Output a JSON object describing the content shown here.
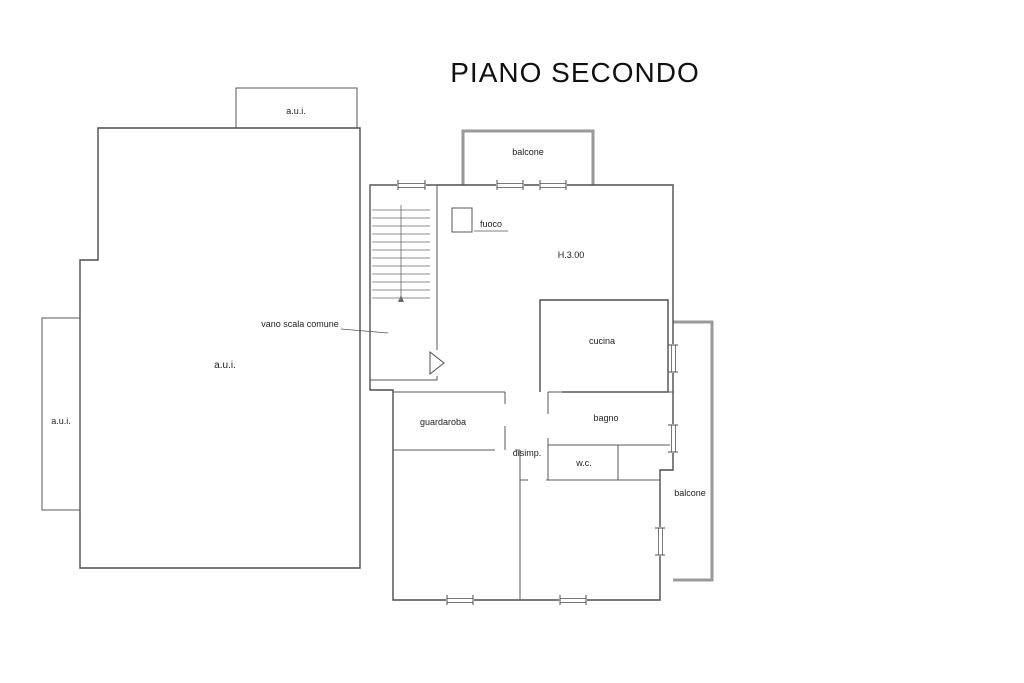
{
  "title": "PIANO SECONDO",
  "rooms": {
    "aui_top": "a.u.i.",
    "aui_main": "a.u.i.",
    "aui_left": "a.u.i.",
    "balcone_top": "balcone",
    "balcone_right": "balcone",
    "fuoco": "fuoco",
    "ceiling_height": "H.3.00",
    "cucina": "cucina",
    "vano_scala": "vano scala comune",
    "guardaroba": "guardaroba",
    "disimp": "disimp.",
    "wc": "w.c.",
    "bagno": "bagno"
  },
  "colors": {
    "line": "#4d4d4d",
    "balcony": "#9a9a9a",
    "text": "#222222",
    "background": "#ffffff"
  }
}
